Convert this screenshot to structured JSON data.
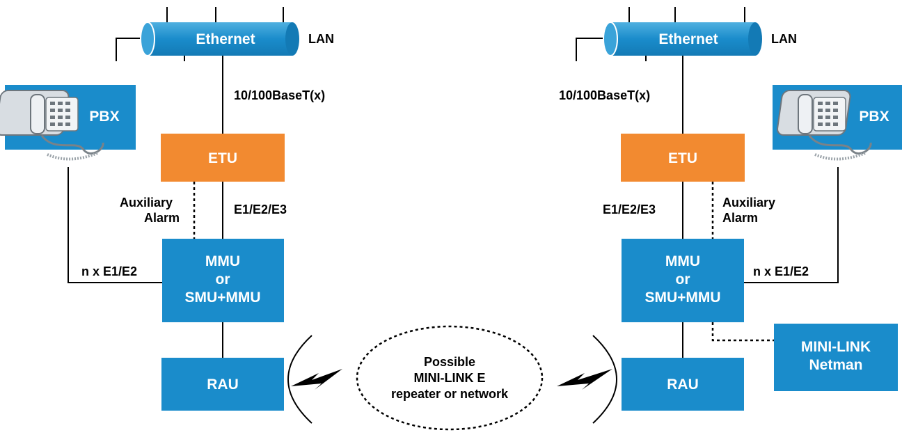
{
  "colors": {
    "node_blue": "#1a8ccb",
    "etu_orange": "#f28a30",
    "line": "#000000"
  },
  "left_site": {
    "ethernet": "Ethernet",
    "lan": "LAN",
    "link_label": "10/100BaseT(x)",
    "pbx": "PBX",
    "pbx_icon": "telephone-icon",
    "etu": "ETU",
    "aux_line1": "Auxiliary",
    "aux_line2": "Alarm",
    "e_link": "E1/E2/E3",
    "tributary": "n x E1/E2",
    "mmu_line1": "MMU",
    "mmu_line2": "or",
    "mmu_line3": "SMU+MMU",
    "rau": "RAU"
  },
  "right_site": {
    "ethernet": "Ethernet",
    "lan": "LAN",
    "link_label": "10/100BaseT(x)",
    "pbx": "PBX",
    "pbx_icon": "telephone-icon",
    "etu": "ETU",
    "aux_line1": "Auxiliary",
    "aux_line2": "Alarm",
    "e_link": "E1/E2/E3",
    "tributary": "n x E1/E2",
    "mmu_line1": "MMU",
    "mmu_line2": "or",
    "mmu_line3": "SMU+MMU",
    "rau": "RAU",
    "netman_line1": "MINI-LINK",
    "netman_line2": "Netman"
  },
  "network": {
    "line1": "Possible",
    "line2": "MINI-LINK E",
    "line3": "repeater or network"
  }
}
